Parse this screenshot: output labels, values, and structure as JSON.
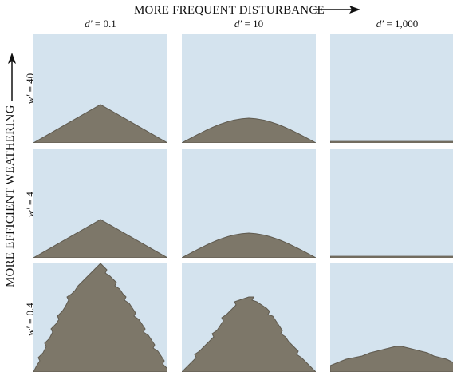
{
  "title_horizontal": "MORE FREQUENT DISTURBANCE",
  "title_vertical": "MORE EFFICIENT WEATHERING",
  "columns": [
    {
      "symbol": "d′",
      "value": "= 0.1"
    },
    {
      "symbol": "d′",
      "value": "= 10"
    },
    {
      "symbol": "d′",
      "value": "= 1,000"
    }
  ],
  "rows": [
    {
      "symbol": "w′",
      "value": "= 40"
    },
    {
      "symbol": "w′",
      "value": "= 4"
    },
    {
      "symbol": "w′",
      "value": "= 0.4"
    }
  ],
  "colors": {
    "sky": "#d4e3ee",
    "soil": "#7d7769",
    "soil_edge": "#5f5a4f",
    "text": "#111111"
  }
}
